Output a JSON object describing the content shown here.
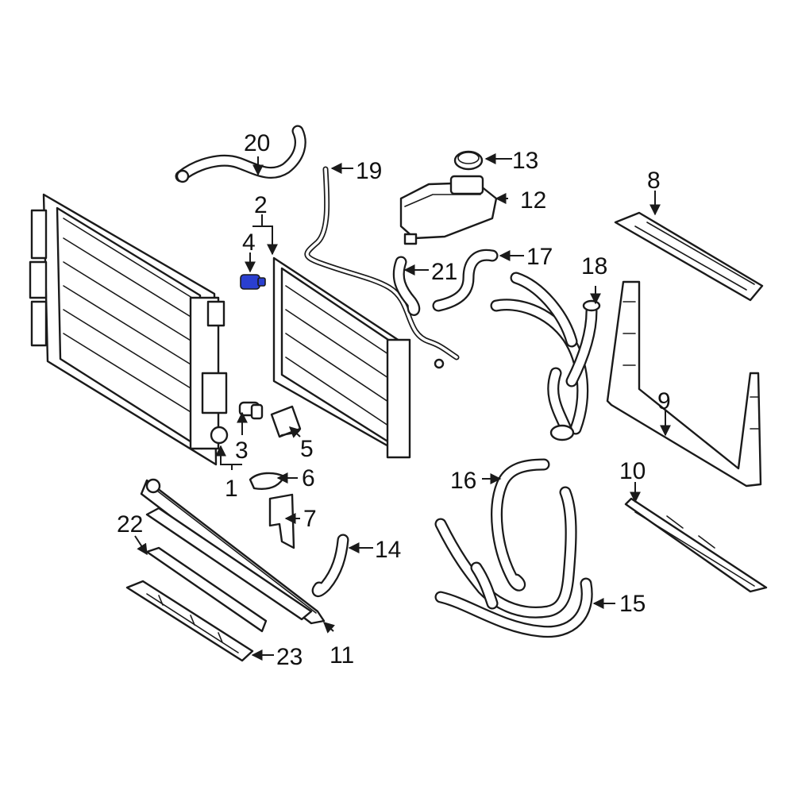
{
  "diagram": {
    "highlight_color": "#2a3fd0",
    "highlighted_part": "4",
    "callouts": {
      "c1": "1",
      "c2": "2",
      "c3": "3",
      "c4": "4",
      "c5": "5",
      "c6": "6",
      "c7": "7",
      "c8": "8",
      "c9": "9",
      "c10": "10",
      "c11": "11",
      "c12": "12",
      "c13": "13",
      "c14": "14",
      "c15": "15",
      "c16": "16",
      "c17": "17",
      "c18": "18",
      "c19": "19",
      "c20": "20",
      "c21": "21",
      "c22": "22",
      "c23": "23"
    }
  }
}
